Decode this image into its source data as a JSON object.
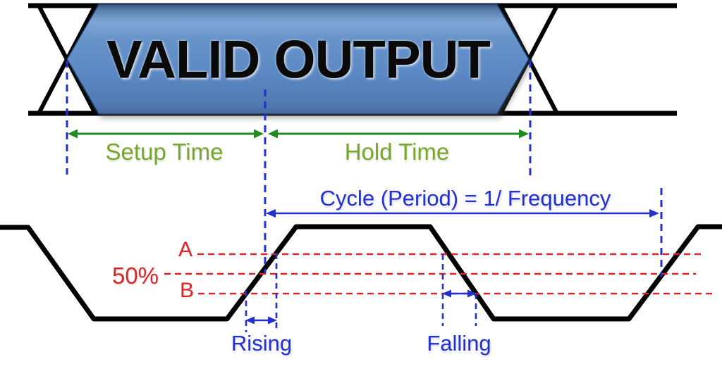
{
  "banner": {
    "label": "VALID OUTPUT"
  },
  "timing": {
    "setup_label": "Setup Time",
    "hold_label": "Hold Time"
  },
  "clock": {
    "cycle_label": "Cycle (Period) = 1/ Frequency",
    "rising_label": "Rising",
    "falling_label": "Falling"
  },
  "thresholds": {
    "a_label": "A",
    "mid_label": "50%",
    "b_label": "B"
  },
  "colors": {
    "signal_black": "#000000",
    "banner_blue": "#5d8ac3",
    "annotation_blue": "#2230cf",
    "threshold_red": "#d62828",
    "arrow_green": "#1f8c1f",
    "label_green": "#78a52e"
  }
}
